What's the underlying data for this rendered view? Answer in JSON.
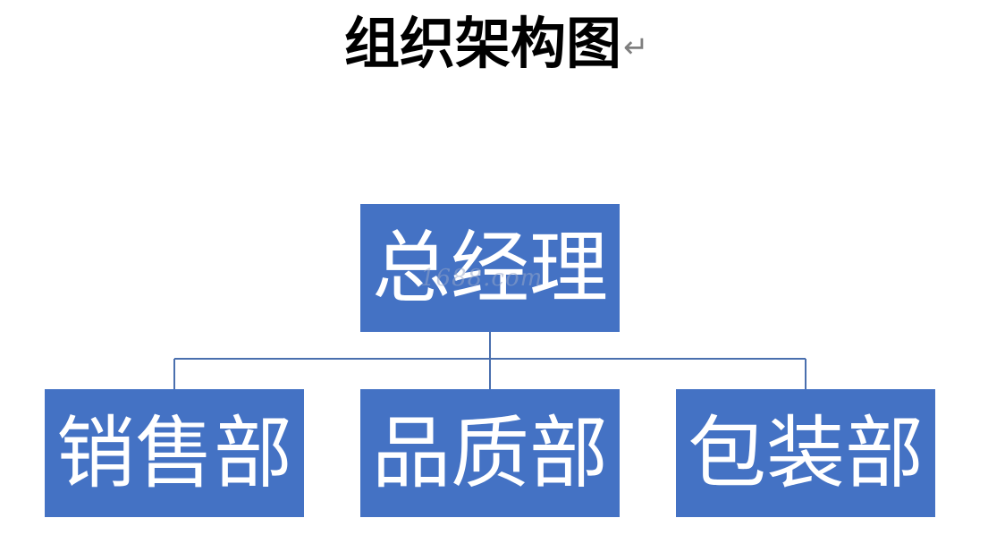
{
  "document": {
    "title": "组织架构图",
    "paragraph_mark": "↵"
  },
  "org_chart": {
    "root": {
      "label": "总经理"
    },
    "children": [
      {
        "label": "销售部"
      },
      {
        "label": "品质部"
      },
      {
        "label": "包装部"
      }
    ]
  },
  "watermark": {
    "text": "1688.com"
  },
  "colors": {
    "node_fill": "#4472c4",
    "node_text": "#ffffff",
    "connector": "#4a6fae",
    "title_text": "#000000",
    "paragraph_mark": "#7f7f7f"
  }
}
